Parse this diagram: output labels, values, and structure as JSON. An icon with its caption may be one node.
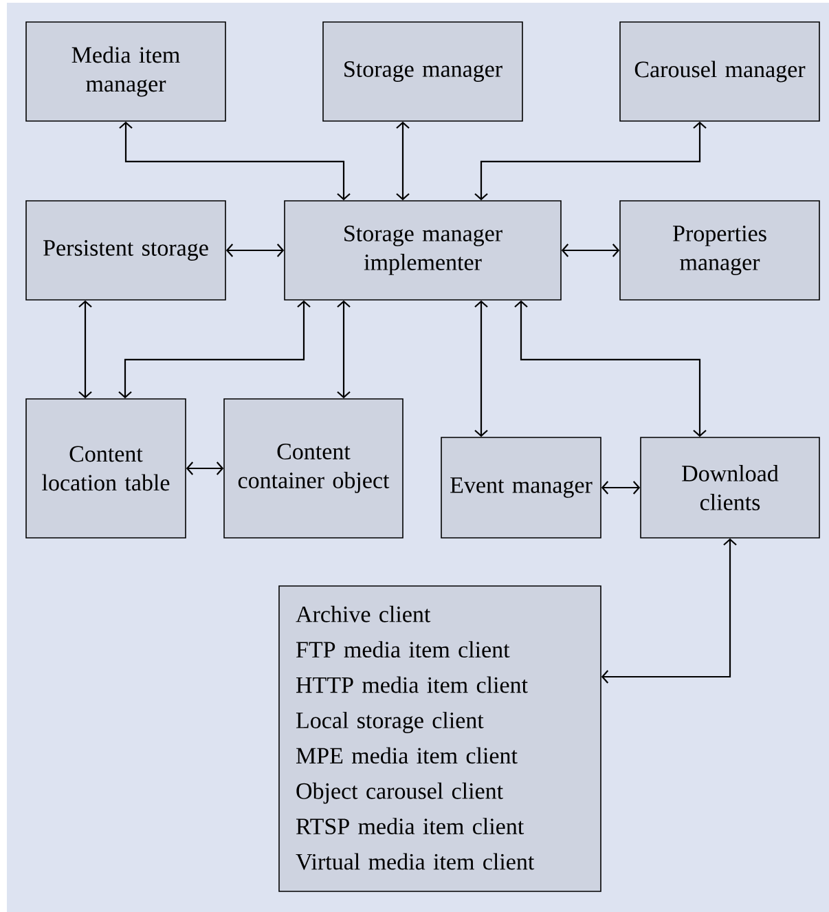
{
  "diagram": {
    "nodes": [
      {
        "text": [
          "Media item manager"
        ]
      },
      {
        "text": [
          "Storage manager"
        ]
      },
      {
        "text": [
          "Carousel manager"
        ]
      },
      {
        "text": [
          "Persistent storage"
        ]
      },
      {
        "text": [
          "Storage manager implementer"
        ]
      },
      {
        "text": [
          "Properties manager"
        ]
      },
      {
        "text": [
          "Content location table"
        ]
      },
      {
        "text": [
          "Content container object"
        ]
      },
      {
        "text": [
          "Event manager"
        ]
      },
      {
        "text": [
          "Download clients"
        ]
      },
      {
        "text": [
          "Archive client",
          "FTP media item client",
          "HTTP media item client",
          "Local storage client",
          "MPE media item client",
          "Object carousel client",
          "RTSP media item client",
          "Virtual media item client"
        ]
      }
    ],
    "edges": [
      {
        "from": 0,
        "to": 4,
        "arrow": "both"
      },
      {
        "from": 1,
        "to": 4,
        "arrow": "both"
      },
      {
        "from": 2,
        "to": 4,
        "arrow": "both"
      },
      {
        "from": 3,
        "to": 4,
        "arrow": "both"
      },
      {
        "from": 4,
        "to": 5,
        "arrow": "both"
      },
      {
        "from": 3,
        "to": 6,
        "arrow": "both"
      },
      {
        "from": 4,
        "to": 6,
        "arrow": "both"
      },
      {
        "from": 4,
        "to": 7,
        "arrow": "both"
      },
      {
        "from": 6,
        "to": 7,
        "arrow": "both"
      },
      {
        "from": 4,
        "to": 8,
        "arrow": "both"
      },
      {
        "from": 4,
        "to": 9,
        "arrow": "both"
      },
      {
        "from": 8,
        "to": 9,
        "arrow": "both"
      },
      {
        "from": 9,
        "to": 10,
        "arrow": "both"
      }
    ]
  }
}
